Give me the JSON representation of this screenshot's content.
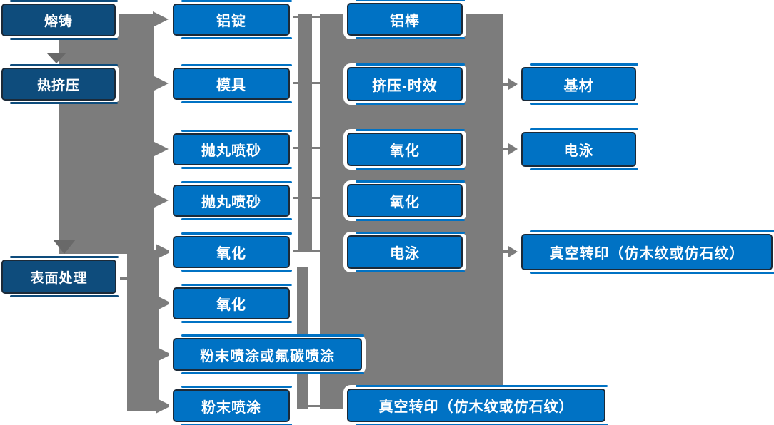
{
  "diagram": {
    "description": "Aluminum profile production process flowchart",
    "nodes": [
      {
        "id": "melting-casting",
        "label": "熔铸",
        "column": 1
      },
      {
        "id": "hot-extrusion",
        "label": "热挤压",
        "column": 1
      },
      {
        "id": "surface-treatment",
        "label": "表面处理",
        "column": 1
      },
      {
        "id": "aluminum-ingot",
        "label": "铝锭",
        "column": 2
      },
      {
        "id": "mold",
        "label": "模具",
        "column": 2
      },
      {
        "id": "shot-blast-sandblast-1",
        "label": "抛丸喷砂",
        "column": 2
      },
      {
        "id": "shot-blast-sandblast-2",
        "label": "抛丸喷砂",
        "column": 2
      },
      {
        "id": "oxidation-1",
        "label": "氧化",
        "column": 2
      },
      {
        "id": "oxidation-2",
        "label": "氧化",
        "column": 2
      },
      {
        "id": "powder-or-fluorocarbon-spray",
        "label": "粉末喷涂或氟碳喷涂",
        "column": 2
      },
      {
        "id": "powder-spray",
        "label": "粉末喷涂",
        "column": 2
      },
      {
        "id": "aluminum-rod",
        "label": "铝棒",
        "column": 3
      },
      {
        "id": "extrusion-aging",
        "label": "挤压-时效",
        "column": 3
      },
      {
        "id": "oxidation-3",
        "label": "氧化",
        "column": 3
      },
      {
        "id": "oxidation-4",
        "label": "氧化",
        "column": 3
      },
      {
        "id": "electrophoresis-1",
        "label": "电泳",
        "column": 3
      },
      {
        "id": "vacuum-transfer-print-1",
        "label": "真空转印（仿木纹或仿石纹）",
        "column": 3
      },
      {
        "id": "base-material",
        "label": "基材",
        "column": 4
      },
      {
        "id": "electrophoresis-2",
        "label": "电泳",
        "column": 4
      },
      {
        "id": "vacuum-transfer-print-2",
        "label": "真空转印（仿木纹或仿石纹）",
        "column": 4
      }
    ],
    "edges": [
      {
        "from": "melting-casting",
        "to": "hot-extrusion"
      },
      {
        "from": "hot-extrusion",
        "to": "surface-treatment"
      },
      {
        "from": "main-flow-band",
        "to": "aluminum-ingot"
      },
      {
        "from": "main-flow-band",
        "to": "mold"
      },
      {
        "from": "main-flow-band",
        "to": "shot-blast-sandblast-1"
      },
      {
        "from": "main-flow-band",
        "to": "shot-blast-sandblast-2"
      },
      {
        "from": "main-flow-band",
        "to": "oxidation-1"
      },
      {
        "from": "surface-treatment",
        "to": "oxidation-2"
      },
      {
        "from": "surface-treatment",
        "to": "powder-or-fluorocarbon-spray"
      },
      {
        "from": "surface-treatment",
        "to": "powder-spray"
      },
      {
        "from": "stage3-panel",
        "to": "base-material"
      },
      {
        "from": "stage3-panel",
        "to": "electrophoresis-2"
      },
      {
        "from": "stage3-panel",
        "to": "vacuum-transfer-print-2"
      }
    ]
  },
  "colors": {
    "node_blue": "#0072C4",
    "node_dark_blue": "#0E4C7C",
    "node_border": "#1C2A38",
    "connector_gray": "#7C7C7C",
    "arrow_dark_gray": "#696969",
    "text": "#FFFFFF",
    "background": "#FFFFFF"
  }
}
